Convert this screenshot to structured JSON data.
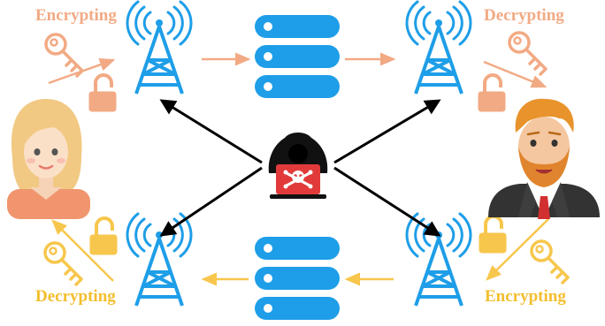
{
  "labels": {
    "top_left": "Encrypting",
    "top_right": "Decrypting",
    "bottom_left": "Decrypting",
    "bottom_right": "Encrypting"
  },
  "colors": {
    "top_flow": "#f2aa84",
    "bottom_flow": "#f7c64c",
    "antenna": "#1e9ee8",
    "server": "#1e9ee8",
    "hacker_arrows": "#000000",
    "hacker_laptop": "#e23a3a"
  },
  "icons": {
    "key": "key-icon",
    "lock": "padlock-icon",
    "antenna": "antenna-tower-icon",
    "server": "server-stack-icon",
    "hacker": "hacker-icon",
    "person_left": "woman-avatar",
    "person_right": "man-avatar"
  }
}
